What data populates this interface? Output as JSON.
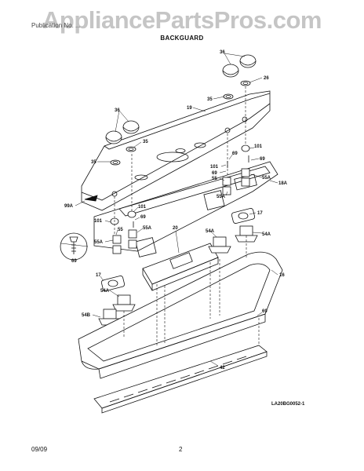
{
  "header": {
    "watermark": "AppliancePartsPros.com",
    "publication_line": "Publication No. ...",
    "section_title": "BACKGUARD"
  },
  "footer": {
    "date": "09/09",
    "page": "2"
  },
  "diagram_code": "LA20BG0052-1",
  "callouts": [
    {
      "id": "c36a",
      "label": "36"
    },
    {
      "id": "c26",
      "label": "26"
    },
    {
      "id": "c35a",
      "label": "35"
    },
    {
      "id": "c19",
      "label": "19"
    },
    {
      "id": "c36b",
      "label": "36"
    },
    {
      "id": "c35b",
      "label": "35"
    },
    {
      "id": "c35c",
      "label": "35"
    },
    {
      "id": "c101a",
      "label": "101"
    },
    {
      "id": "c69a",
      "label": "69"
    },
    {
      "id": "c69b",
      "label": "69"
    },
    {
      "id": "c101b",
      "label": "101"
    },
    {
      "id": "c69c",
      "label": "69"
    },
    {
      "id": "c55a",
      "label": "55"
    },
    {
      "id": "c55Aa",
      "label": "55A"
    },
    {
      "id": "c18A",
      "label": "18A"
    },
    {
      "id": "c55Ab",
      "label": "55A"
    },
    {
      "id": "c99A",
      "label": "99A"
    },
    {
      "id": "c101c",
      "label": "101"
    },
    {
      "id": "c17a",
      "label": "17"
    },
    {
      "id": "c69d",
      "label": "69"
    },
    {
      "id": "c101d",
      "label": "101"
    },
    {
      "id": "c55Ac",
      "label": "55A"
    },
    {
      "id": "c55b",
      "label": "55"
    },
    {
      "id": "c20",
      "label": "20"
    },
    {
      "id": "c54Aa",
      "label": "54A"
    },
    {
      "id": "c54Ab",
      "label": "54A"
    },
    {
      "id": "c55Ad",
      "label": "55A"
    },
    {
      "id": "c69e",
      "label": "69"
    },
    {
      "id": "c16",
      "label": "16"
    },
    {
      "id": "c17b",
      "label": "17"
    },
    {
      "id": "c54Ac",
      "label": "54A"
    },
    {
      "id": "c54B",
      "label": "54B"
    },
    {
      "id": "c42",
      "label": "42"
    },
    {
      "id": "c69f",
      "label": "69"
    }
  ]
}
